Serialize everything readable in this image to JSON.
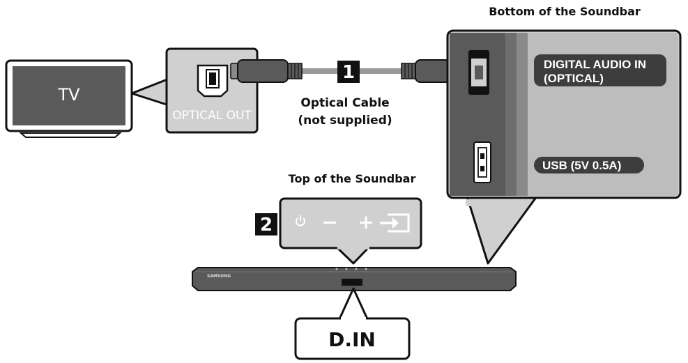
{
  "tv": {
    "label": "TV"
  },
  "tv_port": {
    "label": "OPTICAL OUT"
  },
  "cable": {
    "line1": "Optical Cable",
    "line2": "(not supplied)"
  },
  "steps": {
    "one": "1",
    "two": "2"
  },
  "bottom_panel": {
    "heading": "Bottom of the Soundbar",
    "optical_line1": "DIGITAL AUDIO IN",
    "optical_line2": "(OPTICAL)",
    "usb_label": "USB (5V 0.5A)"
  },
  "top_panel": {
    "heading": "Top of the Soundbar"
  },
  "soundbar": {
    "brand": "SAMSUNG"
  },
  "display": {
    "label": "D.IN"
  },
  "colors": {
    "panel_grey": "#d0d0d0",
    "dark_grey": "#555555",
    "pill": "#3d3d3d",
    "outline": "#111111"
  }
}
